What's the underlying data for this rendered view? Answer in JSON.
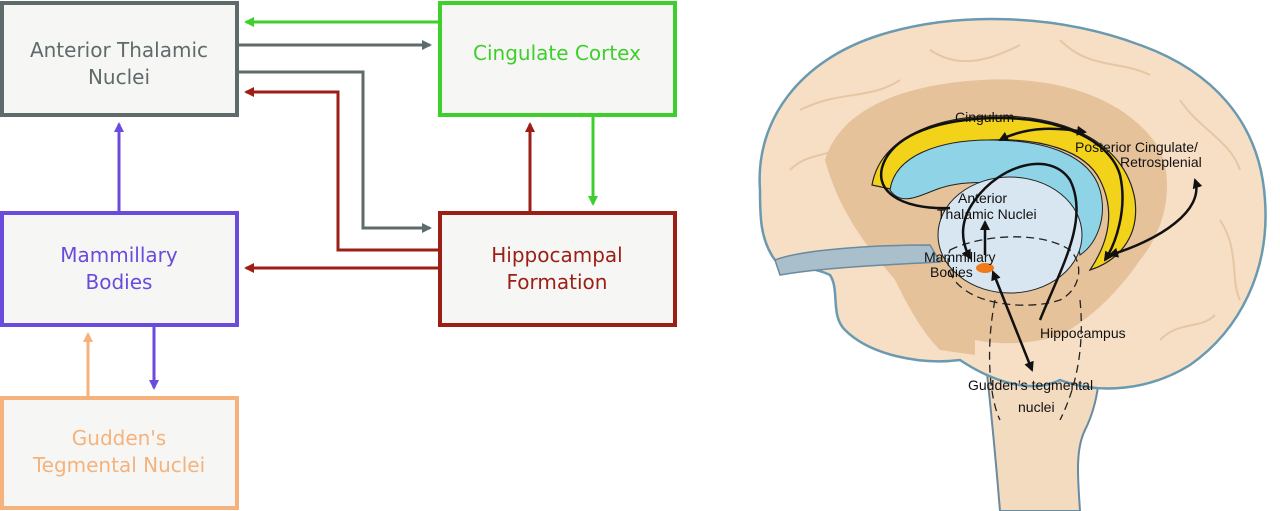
{
  "flowchart": {
    "boxes": {
      "atn": {
        "line1": "Anterior Thalamic",
        "line2": "Nuclei",
        "color": "#5f6b6b"
      },
      "cc": {
        "line1": "Cingulate Cortex",
        "color": "#3ecf2c"
      },
      "mb": {
        "line1": "Mammillary",
        "line2": "Bodies",
        "color": "#6a4bdb"
      },
      "hf": {
        "line1": "Hippocampal",
        "line2": "Formation",
        "color": "#9b1f14"
      },
      "gtn": {
        "line1": "Gudden's",
        "line2": "Tegmental Nuclei",
        "color": "#f5b27c"
      }
    }
  },
  "brain": {
    "labels": {
      "cingulum": "Cingulum",
      "posterior_cingulate_1": "Posterior Cingulate/",
      "posterior_cingulate_2": "Retrosplenial",
      "anterior_1": "Anterior",
      "anterior_2": "Thalamic Nuclei",
      "mammillary_1": "Mammillary",
      "mammillary_2": "Bodies",
      "hippocampus": "Hippocampus",
      "guddens_1": "Gudden’s tegmental",
      "guddens_2": "nuclei"
    }
  }
}
